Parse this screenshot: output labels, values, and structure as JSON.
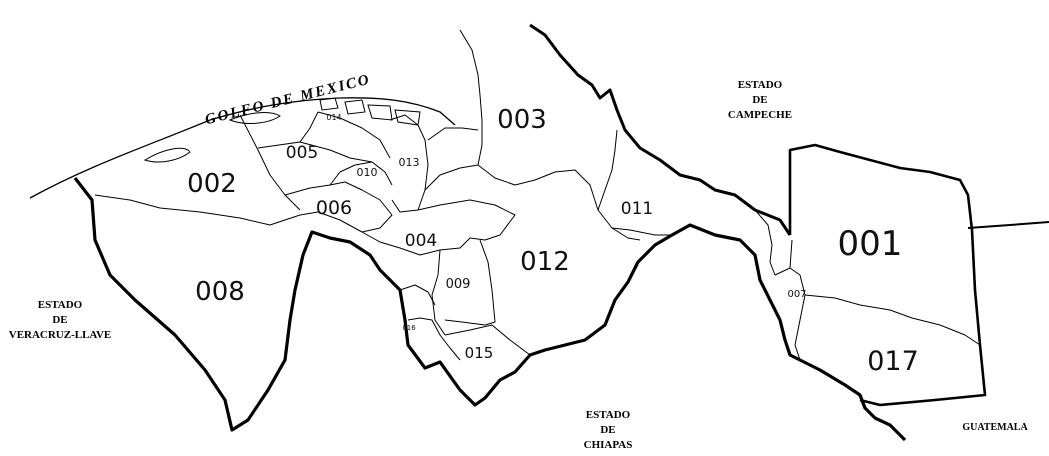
{
  "sea": {
    "label": "GOLFO DE MEXICO"
  },
  "neighbors": {
    "campeche": [
      "ESTADO",
      "DE",
      "CAMPECHE"
    ],
    "veracruz": [
      "ESTADO",
      "DE",
      "VERACRUZ-LLAVE"
    ],
    "chiapas": [
      "ESTADO",
      "DE",
      "CHIAPAS"
    ],
    "guatemala": "GUATEMALA"
  },
  "municipalities": {
    "m001": "001",
    "m002": "002",
    "m003": "003",
    "m004": "004",
    "m005": "005",
    "m006": "006",
    "m007": "007",
    "m008": "008",
    "m009": "009",
    "m010": "010",
    "m011": "011",
    "m012": "012",
    "m013": "013",
    "m014": "014",
    "m015": "015",
    "m016": "016",
    "m017": "017"
  },
  "colors": {
    "ink": "#000000",
    "background": "#ffffff"
  }
}
